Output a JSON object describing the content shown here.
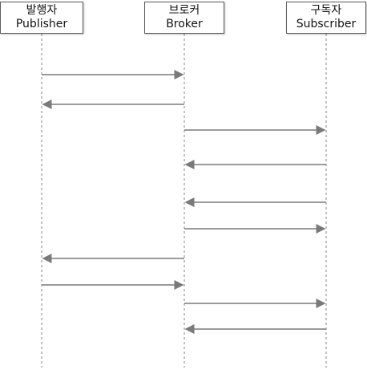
{
  "actors": [
    {
      "id": "publisher",
      "name_ko": "발행자",
      "name_en": "Publisher"
    },
    {
      "id": "broker",
      "name_ko": "브로커",
      "name_en": "Broker"
    },
    {
      "id": "subscriber",
      "name_ko": "구독자",
      "name_en": "Subscriber"
    }
  ],
  "messages": [
    {
      "from": "publisher",
      "to": "broker",
      "label": ""
    },
    {
      "from": "broker",
      "to": "publisher",
      "label": ""
    },
    {
      "from": "broker",
      "to": "subscriber",
      "label": ""
    },
    {
      "from": "subscriber",
      "to": "broker",
      "label": ""
    },
    {
      "from": "subscriber",
      "to": "broker",
      "label": ""
    },
    {
      "from": "broker",
      "to": "subscriber",
      "label": ""
    },
    {
      "from": "broker",
      "to": "publisher",
      "label": ""
    },
    {
      "from": "publisher",
      "to": "broker",
      "label": ""
    },
    {
      "from": "broker",
      "to": "subscriber",
      "label": ""
    },
    {
      "from": "subscriber",
      "to": "broker",
      "label": ""
    }
  ],
  "colors": {
    "lifeline": "#9a9a9a",
    "arrow": "#7a7a7a",
    "box_border": "#5c5c5c"
  }
}
